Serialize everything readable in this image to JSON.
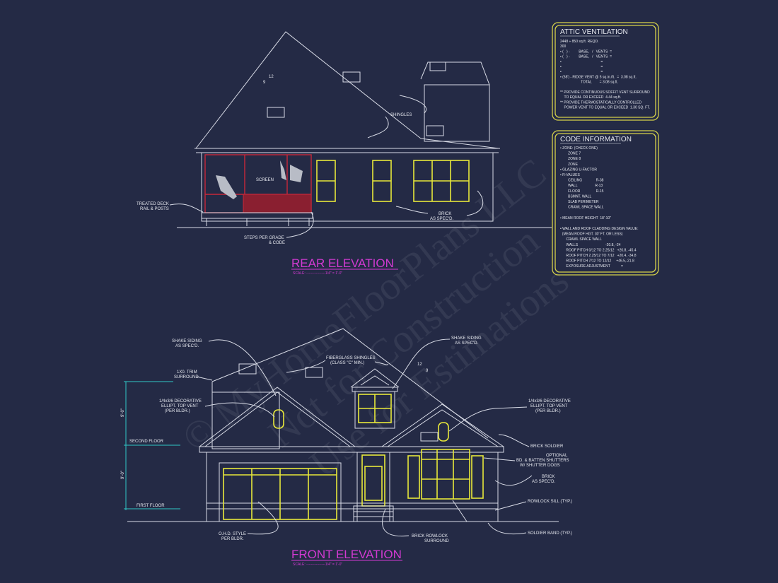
{
  "colors": {
    "background": "#242a45",
    "lines": "#d8dbe6",
    "windows": "#e8e83a",
    "porch": "#c8283a",
    "titles": "#d23ad2",
    "dimensions": "#2fc8c8",
    "boxes": "#d6d24a"
  },
  "watermark": "© MyHomeFloorPlans LLC — Not for Construction, Use for Estimations",
  "rear": {
    "title": "REAR ELEVATION",
    "scale": "SCALE: ----------------1/4\" = 1'-0\"",
    "labels": {
      "shingles": "SHINGLES",
      "screen": "SCREEN",
      "deck1": "TREATED DECK",
      "deck2": "RAIL & POSTS",
      "brick1": "BRICK",
      "brick2": "AS SPEC'D.",
      "steps1": "STEPS PER GRADE",
      "steps2": "& CODE",
      "pitch_rise": "12",
      "pitch_run": "9"
    }
  },
  "front": {
    "title": "FRONT ELEVATION",
    "scale": "SCALE: ----------------1/4\" = 1'-0\"",
    "labels": {
      "shake_l1": "SHAKE SIDING",
      "shake_l2": "AS SPEC'D.",
      "trim1": "1X0. TRIM",
      "trim2": "SURROUND",
      "vent_l1": "1/4x3/6 DECORATIVE",
      "vent_l2": "ELLIPT. TOP VENT",
      "vent_l3": "(PER BLDR.)",
      "fiber1": "FIBERGLASS SHINGLES",
      "fiber2": "(CLASS \"C\" MIN.)",
      "shake_r1": "SHAKE SIDING",
      "shake_r2": "AS SPEC'D.",
      "vent_r1": "1/4x3/6 DECORATIVE",
      "vent_r2": "ELLIPT. TOP VENT",
      "vent_r3": "(PER BLDR.)",
      "soldier": "BRICK SOLDIER",
      "shut1": "OPTIONAL",
      "shut2": "BD. & BATTEN SHUTTERS",
      "shut3": "W/ SHUTTER DOGS",
      "brick1": "BRICK",
      "brick2": "AS SPEC'D.",
      "rowlock": "ROWLOCK SILL (TYP.)",
      "band": "SOLDIER BAND (TYP.)",
      "ohd1": "O.H.D. STYLE",
      "ohd2": "PER BLDR.",
      "surround1": "BRICK ROWLOCK",
      "surround2": "SURROUND",
      "second_floor": "SECOND FLOOR",
      "first_floor": "FIRST FLOOR",
      "dim_upper": "9'-0\"",
      "dim_lower": "9'-0\"",
      "pitch_rise": "12",
      "pitch_run": "9"
    }
  },
  "attic": {
    "title": "ATTIC VENTILATION",
    "lines": [
      "2448 ÷ 850 sq.ft. REQD.",
      "300",
      "• (   ) -         BASE,   /   VENTS  =",
      "• (   ) -         BASE,   /   VENTS  =",
      "•                                        =",
      "•                                        =",
      "•                                        =",
      "• (58') - RIDGE VENT @ 5 sq.in./ft.  =  3.08 sq.ft.",
      "                     TOTAL        = 3.08 sq.ft.",
      "",
      "** PROVIDE CONTINUOUS SOFFIT VENT SURROUND",
      "    TO EQUAL OR EXCEED  4.44 sq.ft.",
      "** PROVIDE THERMOSTATICALLY CONTROLLED",
      "    POWER VENT TO EQUAL OR EXCEED  1.30 SQ. FT."
    ]
  },
  "code": {
    "title": "CODE INFORMATION",
    "lines": [
      "• ZONE: (CHECK ONE)",
      "        ZONE 7",
      "        ZONE 8",
      "        ZONE",
      "• GLAZING U-FACTOR",
      "• R-VALUES",
      "        CEILING              R-38",
      "        WALL                  R-13",
      "        FLOOR                R-15",
      "        BSMNT. WALL",
      "        SLAB PERIMETER",
      "        CRAWL SPACE WALL",
      "",
      "• MEAN ROOF HEIGHT  18'-10\"",
      "",
      "• WALL AND ROOF CLADDING DESIGN VALUE:",
      "  (MEAN ROOF HGT. 30' FT. OR LESS)",
      "      CRAWL SPACE WALL",
      "      WALLS                            -20.8, -24",
      "      ROOF PITCH 0/12 TO 2.25/12   +20.8, -45.4",
      "      ROOF PITCH 2.25/12 TO 7/12   +20.4, -34.8",
      "      ROOF PITCH 7/12 TO 12/12     +46.5,-21.8",
      "      EXPOSURE ADJUSTMENT           ="
    ]
  }
}
